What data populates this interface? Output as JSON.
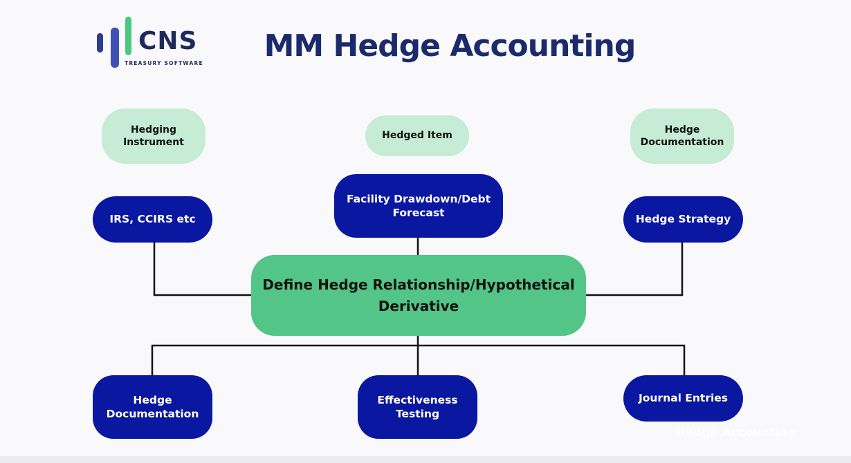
{
  "logo": {
    "wordmark": "CNS",
    "subtitle": "TREASURY SOFTWARE",
    "colors": {
      "dark": "#2f3c8f",
      "blue": "#3f51b5",
      "green": "#4cc77f",
      "text": "#1f2a5c"
    }
  },
  "title": "MM Hedge Accounting",
  "categories": {
    "hedging_instrument": "Hedging\nInstrument",
    "hedged_item": "Hedged Item",
    "hedge_documentation": "Hedge\nDocumentation"
  },
  "nodes": {
    "irs": "IRS, CCIRS etc",
    "facility": "Facility Drawdown/Debt\nForecast",
    "strategy": "Hedge Strategy",
    "center": "Define Hedge Relationship/Hypothetical\nDerivative",
    "documentation": "Hedge\nDocumentation",
    "effectiveness": "Effectiveness\nTesting",
    "journal": "Journal Entries"
  },
  "watermark": "Hedge Accounting",
  "colors": {
    "light_pill": "#c6ecd5",
    "dark_pill": "#0a17a0",
    "center_pill": "#52c587",
    "title": "#1b2a6b",
    "connector": "#111111"
  }
}
